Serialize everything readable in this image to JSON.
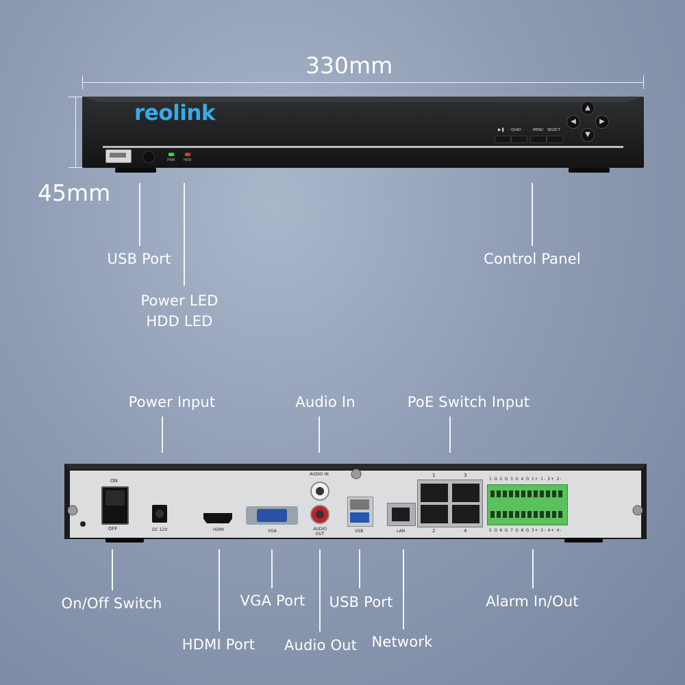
{
  "dimensions": {
    "width": "330mm",
    "height": "45mm"
  },
  "brand": {
    "logo_text": "reolink",
    "logo_color": "#39a9e8"
  },
  "front": {
    "panel_labels": {
      "play_icon": "▶❚",
      "quad": "QUAD",
      "menu": "MENU",
      "select": "SELECT",
      "pwr": "PWR",
      "hdd": "HDD"
    },
    "callouts": {
      "usb_port": "USB Port",
      "power_led": "Power LED",
      "hdd_led": "HDD LED",
      "control_panel": "Control Panel"
    }
  },
  "rear": {
    "panel_labels": {
      "on": "ON",
      "off": "OFF",
      "dc": "DC 12V",
      "hdmi": "HDMI",
      "vga": "VGA",
      "audio_in": "AUDIO IN",
      "audio_out": "AUDIO OUT",
      "usb": "USB",
      "lan": "LAN",
      "poe_1": "1",
      "poe_3": "3",
      "poe_2": "2",
      "poe_4": "4",
      "alarm_top": "1 G 2 G 3 G 4 G 1+ 1- 2+ 2-",
      "alarm_bottom": "5 G 6 G 7 G 8 G 3+ 3- 4+ 4-"
    },
    "callouts": {
      "power_input": "Power Input",
      "audio_in": "Audio In",
      "poe_switch_input": "PoE Switch Input",
      "on_off_switch": "On/Off Switch",
      "hdmi_port": "HDMI Port",
      "vga_port": "VGA Port",
      "audio_out": "Audio Out",
      "usb_port": "USB Port",
      "network": "Network",
      "alarm_in_out": "Alarm In/Out"
    }
  },
  "colors": {
    "pwr_led": "#3fd24b",
    "hdd_led": "#e5322d",
    "terminal_green": "#59c25a"
  }
}
